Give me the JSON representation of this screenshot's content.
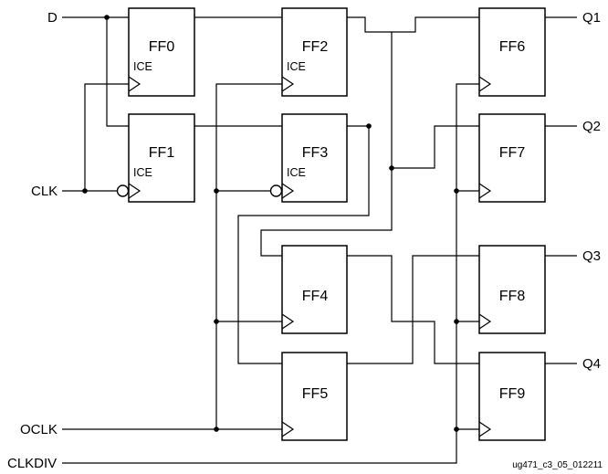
{
  "signals": {
    "d": "D",
    "clk": "CLK",
    "oclk": "OCLK",
    "clkdiv": "CLKDIV",
    "q1": "Q1",
    "q2": "Q2",
    "q3": "Q3",
    "q4": "Q4"
  },
  "flipflops": {
    "ff0": {
      "name": "FF0",
      "ice": "ICE"
    },
    "ff1": {
      "name": "FF1",
      "ice": "ICE"
    },
    "ff2": {
      "name": "FF2",
      "ice": "ICE"
    },
    "ff3": {
      "name": "FF3",
      "ice": "ICE"
    },
    "ff4": {
      "name": "FF4"
    },
    "ff5": {
      "name": "FF5"
    },
    "ff6": {
      "name": "FF6"
    },
    "ff7": {
      "name": "FF7"
    },
    "ff8": {
      "name": "FF8"
    },
    "ff9": {
      "name": "FF9"
    }
  },
  "figure_code": "ug471_c3_05_012211"
}
